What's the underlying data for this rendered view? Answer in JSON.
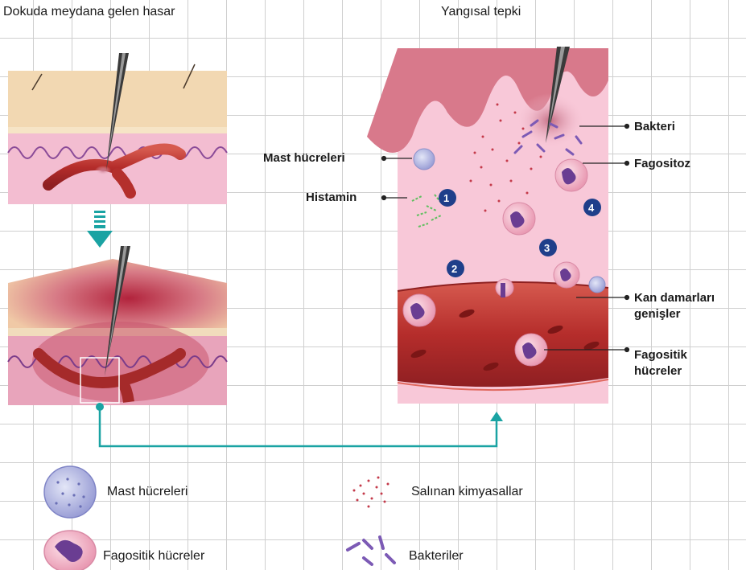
{
  "titles": {
    "left": "Dokuda meydana gelen hasar",
    "right": "Yangısal tepki"
  },
  "labels": {
    "mast": "Mast hücreleri",
    "histamin": "Histamin",
    "bakteri": "Bakteri",
    "fagositoz": "Fagositoz",
    "kan_line1": "Kan damarları",
    "kan_line2": "genişler",
    "fago_line1": "Fagositik",
    "fago_line2": "hücreler"
  },
  "steps": [
    "1",
    "2",
    "3",
    "4"
  ],
  "legend": {
    "mast": "Mast hücreleri",
    "fagositik": "Fagositik hücreler",
    "kimyasal": "Salınan kimyasallar",
    "bakteriler": "Bakteriler"
  },
  "colors": {
    "skin_top": "#f2d9b4",
    "dermis": "#f0b6cc",
    "vessel": "#b4302c",
    "cell_pink": "#f6bfd0",
    "nucleus": "#6a3d92",
    "step_badge": "#1f3f8a",
    "arrow_teal": "#1aa3a3"
  }
}
